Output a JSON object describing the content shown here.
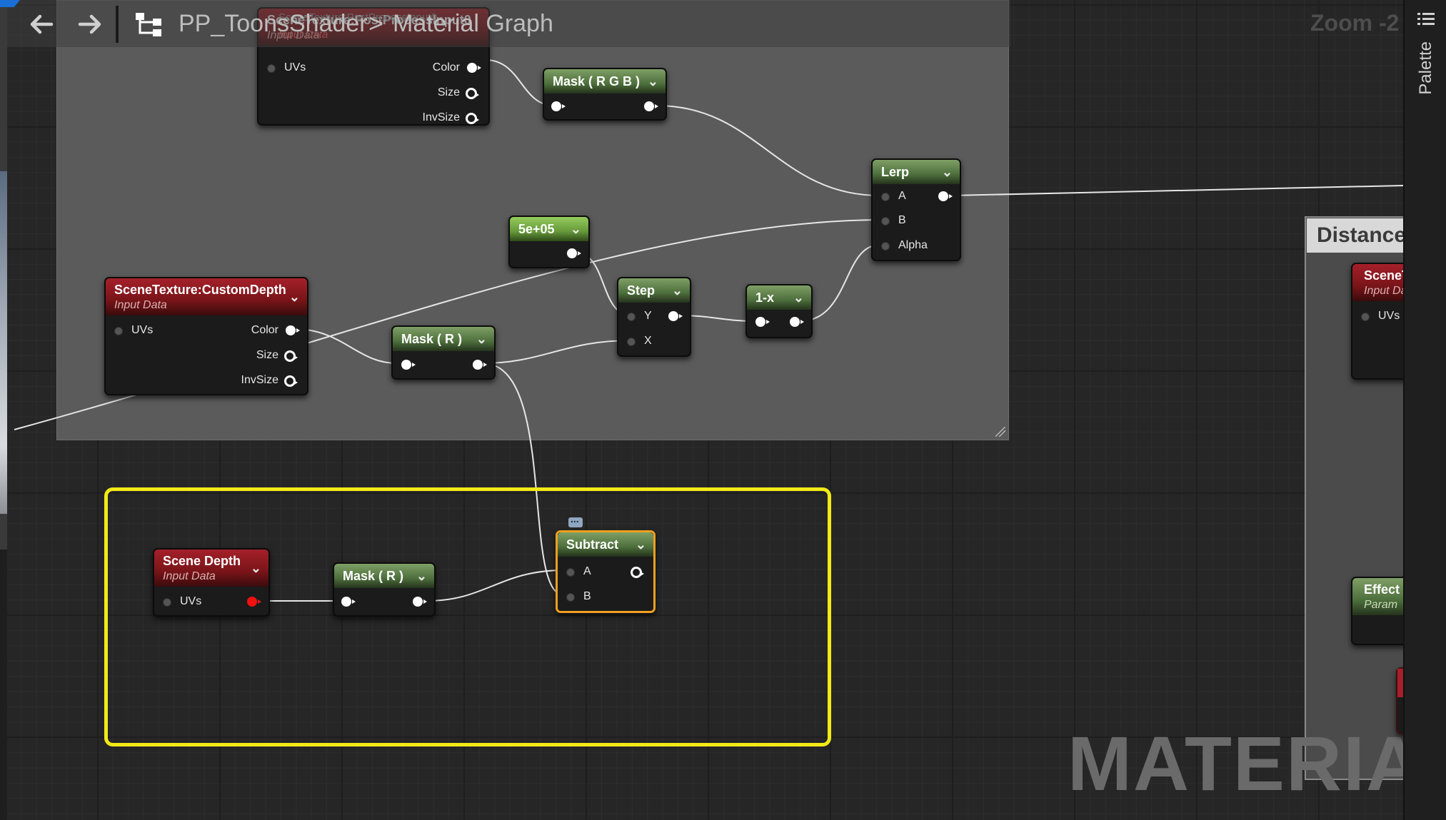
{
  "topbar": {
    "back_icon": "arrow-left-icon",
    "forward_icon": "arrow-right-icon",
    "hierarchy_icon": "hierarchy-icon",
    "breadcrumb_asset": "PP_ToonsShader",
    "breadcrumb_separator": ">",
    "breadcrumb_graph": "Material Graph",
    "zoom": "Zoom -2"
  },
  "palette": {
    "label": "Palette",
    "menu_icon": "list-menu-icon"
  },
  "watermark": "MATERIAL",
  "comment_boxes": {
    "distance_title": "Distance"
  },
  "nodes": {
    "postprocess_texture": {
      "title": "SceneTexture:PostProcessInput0",
      "subtitle": "Input Data",
      "pins_in": [
        "UVs"
      ],
      "pins_out": [
        "Color",
        "Size",
        "InvSize"
      ]
    },
    "mask_rgb": {
      "title": "Mask ( R G B )"
    },
    "lerp": {
      "title": "Lerp",
      "pins_in": [
        "A",
        "B",
        "Alpha"
      ]
    },
    "constant": {
      "title": "5e+05"
    },
    "custom_depth": {
      "title": "SceneTexture:CustomDepth",
      "subtitle": "Input Data",
      "pins_in": [
        "UVs"
      ],
      "pins_out": [
        "Color",
        "Size",
        "InvSize"
      ]
    },
    "mask_r_top": {
      "title": "Mask ( R )"
    },
    "step": {
      "title": "Step",
      "pins_in": [
        "Y",
        "X"
      ]
    },
    "one_minus": {
      "title": "1-x"
    },
    "scene_depth": {
      "title": "Scene Depth",
      "subtitle": "Input Data",
      "pins_in": [
        "UVs"
      ]
    },
    "mask_r_bottom": {
      "title": "Mask ( R )"
    },
    "subtract": {
      "title": "Subtract",
      "pins_in": [
        "A",
        "B"
      ]
    },
    "distance_scene_texture": {
      "title": "SceneTexture",
      "subtitle": "Input Data",
      "pins_in": [
        "UVs"
      ]
    },
    "effect_param": {
      "title": "Effect Intensity",
      "subtitle": "Param"
    }
  },
  "colors": {
    "selection_outline": "#f2ea17",
    "selected_node_outline": "#f0a020",
    "red_header": "#a5202a",
    "green_header": "#7f9f66"
  }
}
